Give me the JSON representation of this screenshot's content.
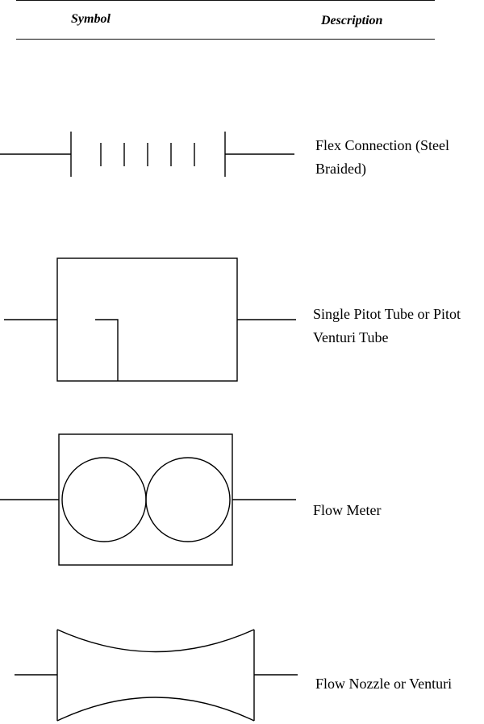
{
  "table": {
    "headers": {
      "symbol": "Symbol",
      "description": "Description"
    },
    "rows": [
      {
        "symbol_icon": "flex-connection-symbol",
        "description_lines": [
          "Flex Connection (Steel",
          "Braided)"
        ]
      },
      {
        "symbol_icon": "pitot-tube-symbol",
        "description_lines": [
          "Single Pitot Tube or Pitot",
          "Venturi Tube"
        ]
      },
      {
        "symbol_icon": "flow-meter-symbol",
        "description_lines": [
          "Flow Meter"
        ]
      },
      {
        "symbol_icon": "flow-nozzle-venturi-symbol",
        "description_lines": [
          "Flow Nozzle or Venturi"
        ]
      }
    ]
  }
}
